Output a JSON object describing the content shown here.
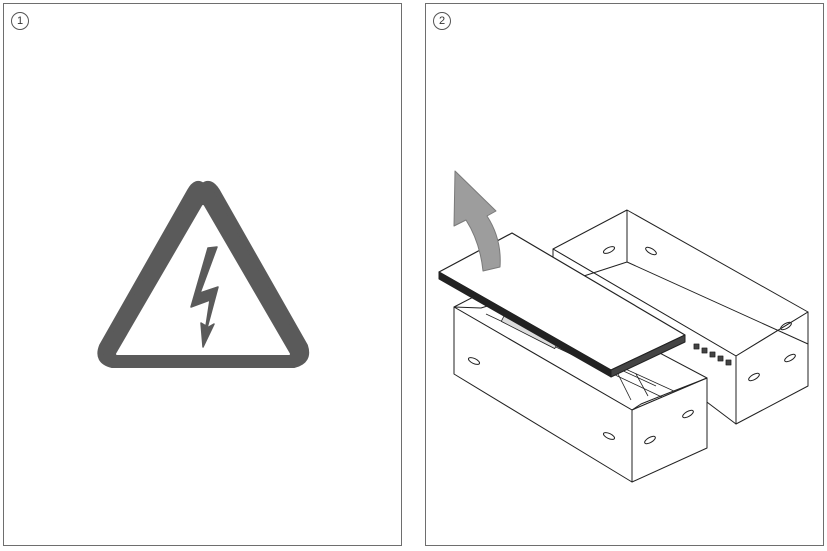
{
  "steps": [
    {
      "number": "1",
      "icon": "electric-hazard-warning-icon",
      "illustration": "high-voltage-warning-triangle"
    },
    {
      "number": "2",
      "icon": "lift-arrow-icon",
      "illustration": "remove-panel-from-box"
    }
  ],
  "colors": {
    "border": "#6e6e6e",
    "warning_triangle": "#555555",
    "arrow": "#9a9a9a",
    "line": "#222222"
  }
}
